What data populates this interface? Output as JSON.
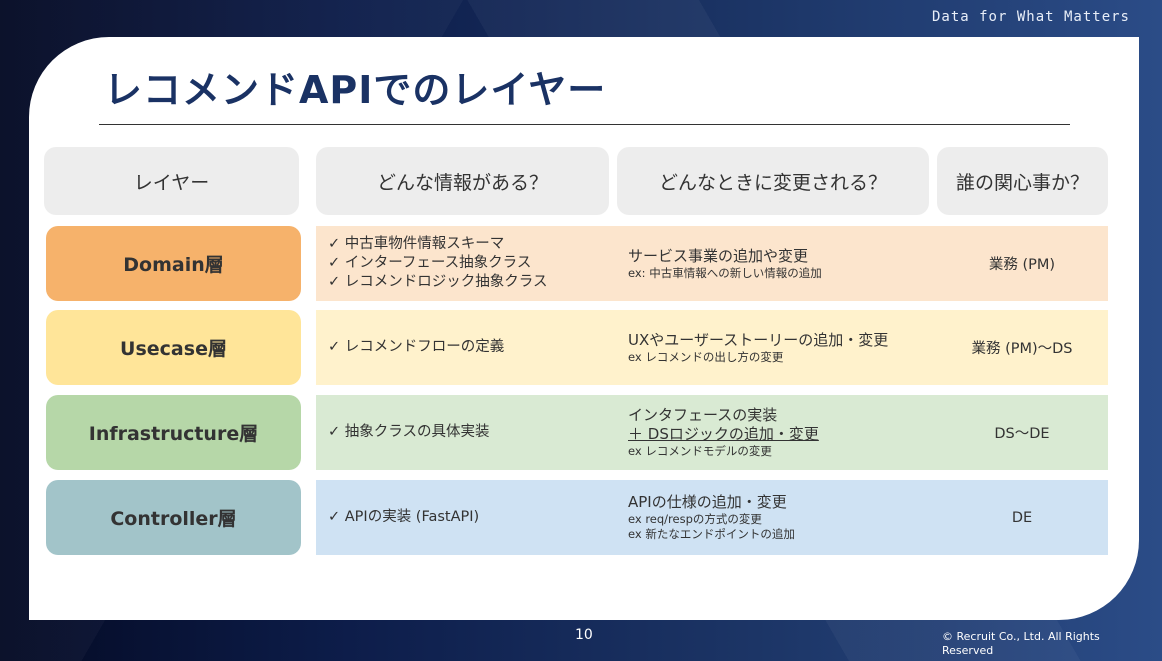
{
  "header": {
    "tagline": "Data for What Matters"
  },
  "slide": {
    "title": "レコメンドAPIでのレイヤー",
    "columns": [
      "レイヤー",
      "どんな情報がある？",
      "どんなときに変更される？",
      "誰の関心事か？"
    ],
    "rows": [
      {
        "layer": "Domain層",
        "layer_color": "#f6b26b",
        "row_color": "#fce5cd",
        "info": [
          "✓ 中古車物件情報スキーマ",
          "✓ インターフェース抽象クラス",
          "✓ レコメンドロジック抽象クラス"
        ],
        "change_main": [
          "サービス事業の追加や変更"
        ],
        "change_sub": [
          "ex: 中古車情報への新しい情報の追加"
        ],
        "who": "業務 (PM)"
      },
      {
        "layer": "Usecase層",
        "layer_color": "#ffe599",
        "row_color": "#fff2cc",
        "info": [
          "✓ レコメンドフローの定義"
        ],
        "change_main": [
          "UXやユーザーストーリーの追加・変更"
        ],
        "change_sub": [
          "ex レコメンドの出し方の変更"
        ],
        "who": "業務 (PM)〜DS"
      },
      {
        "layer": "Infrastructure層",
        "layer_color": "#b6d7a8",
        "row_color": "#d9ead3",
        "info": [
          "✓ 抽象クラスの具体実装"
        ],
        "change_main": [
          "インタフェースの実装",
          "＋ DSロジックの追加・変更"
        ],
        "change_sub": [
          "ex レコメンドモデルの変更"
        ],
        "who": "DS〜DE"
      },
      {
        "layer": "Controller層",
        "layer_color": "#a2c4c9",
        "row_color": "#cfe2f3",
        "info": [
          "✓ APIの実装 (FastAPI)"
        ],
        "change_main": [
          "APIの仕様の追加・変更"
        ],
        "change_sub": [
          "ex req/respの方式の変更",
          "ex 新たなエンドポイントの追加"
        ],
        "who": "DE"
      }
    ]
  },
  "footer": {
    "page_number": "10",
    "copyright": "© Recruit Co., Ltd. All Rights Reserved"
  }
}
